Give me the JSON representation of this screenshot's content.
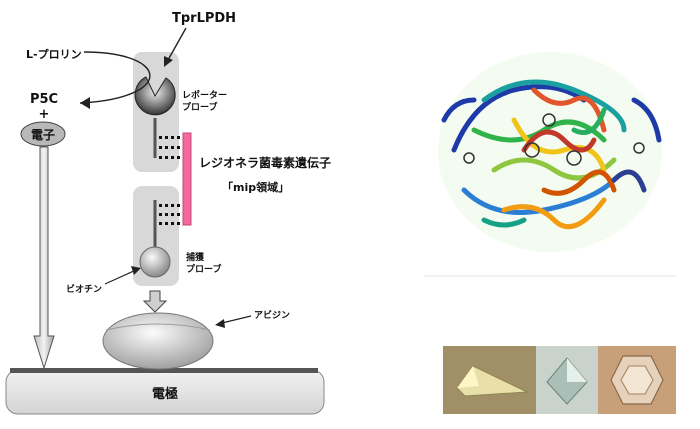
{
  "diagram": {
    "labels": {
      "enzyme": "TprLPDH",
      "substrate": "L-プロリン",
      "product": "P5C",
      "plus": "+",
      "electron": "電子",
      "reporter_probe_1": "レポーター",
      "reporter_probe_2": "プローブ",
      "gene": "レジオネラ菌毒素遺伝子",
      "mip_region": "「mip領域」",
      "capture_probe_1": "捕獲",
      "capture_probe_2": "プローブ",
      "biotin": "ビオチン",
      "avidin": "アビジン",
      "electrode": "電極"
    }
  },
  "photos": {
    "protein_structure": "protein-ribbon-image",
    "crystals": [
      "wedge-crystal",
      "octahedral-crystal",
      "hexagonal-crystal"
    ]
  },
  "colors": {
    "gene_bar": "#f06a9e",
    "probe_box": "#d8d8d8",
    "electrode": "#e4e4e4",
    "electrode_line": "#555555",
    "arrow": "#222222"
  }
}
